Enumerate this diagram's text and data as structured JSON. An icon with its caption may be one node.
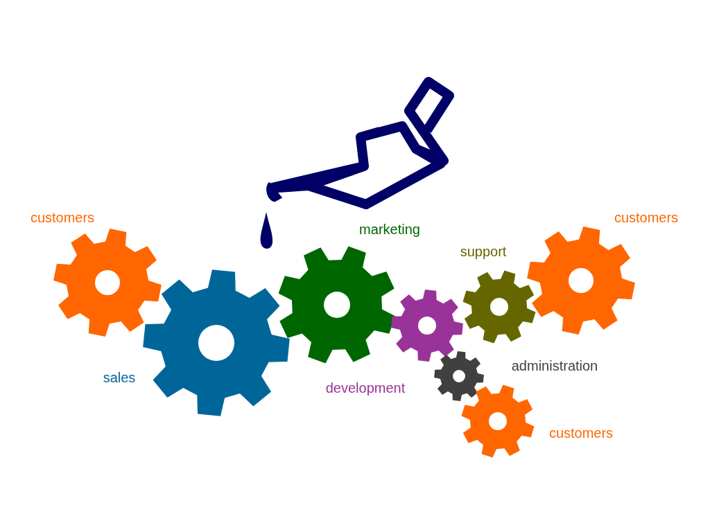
{
  "diagram": {
    "nodes": [
      {
        "text": [],
        "shape": "gear",
        "beside": [
          "customers"
        ]
      },
      {
        "text": [],
        "shape": "gear",
        "beside": [
          "sales"
        ]
      },
      {
        "text": [],
        "shape": "gear",
        "beside": [
          "marketing"
        ]
      },
      {
        "text": [],
        "shape": "gear",
        "beside": [
          "development"
        ]
      },
      {
        "text": [],
        "shape": "gear",
        "beside": [
          "support"
        ]
      },
      {
        "text": [],
        "shape": "gear",
        "beside": [
          "customers"
        ]
      },
      {
        "text": [],
        "shape": "gear"
      },
      {
        "text": [],
        "shape": "gear",
        "beside": [
          "customers"
        ]
      }
    ],
    "edges": [],
    "labels": [
      "administration"
    ]
  }
}
